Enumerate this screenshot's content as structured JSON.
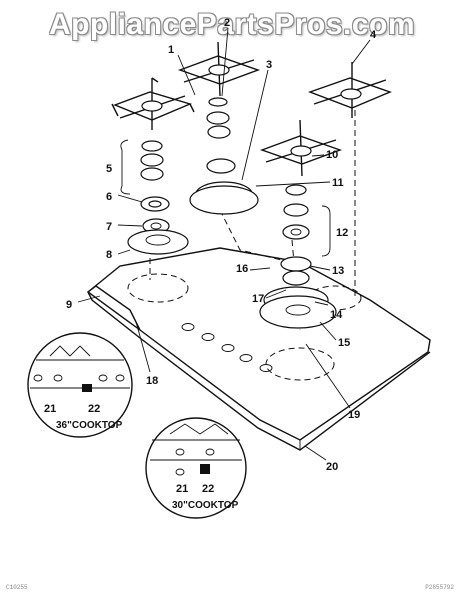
{
  "watermark": "AppliancePartsPros.com",
  "callouts": [
    {
      "id": "1",
      "label": "1"
    },
    {
      "id": "2",
      "label": "2"
    },
    {
      "id": "3",
      "label": "3"
    },
    {
      "id": "4",
      "label": "4"
    },
    {
      "id": "5",
      "label": "5"
    },
    {
      "id": "6",
      "label": "6"
    },
    {
      "id": "7",
      "label": "7"
    },
    {
      "id": "8",
      "label": "8"
    },
    {
      "id": "9",
      "label": "9"
    },
    {
      "id": "10",
      "label": "10"
    },
    {
      "id": "11",
      "label": "11"
    },
    {
      "id": "12",
      "label": "12"
    },
    {
      "id": "13",
      "label": "13"
    },
    {
      "id": "14",
      "label": "14"
    },
    {
      "id": "15",
      "label": "15"
    },
    {
      "id": "16",
      "label": "16"
    },
    {
      "id": "17",
      "label": "17"
    },
    {
      "id": "18",
      "label": "18"
    },
    {
      "id": "19",
      "label": "19"
    },
    {
      "id": "20",
      "label": "20"
    },
    {
      "id": "21a",
      "label": "21"
    },
    {
      "id": "22a",
      "label": "22"
    },
    {
      "id": "21b",
      "label": "21"
    },
    {
      "id": "22b",
      "label": "22"
    }
  ],
  "insets": {
    "left_caption": "36\"COOKTOP",
    "right_caption": "30\"COOKTOP"
  },
  "footer": {
    "left_code": "C10255",
    "right_code": "P2855792"
  }
}
